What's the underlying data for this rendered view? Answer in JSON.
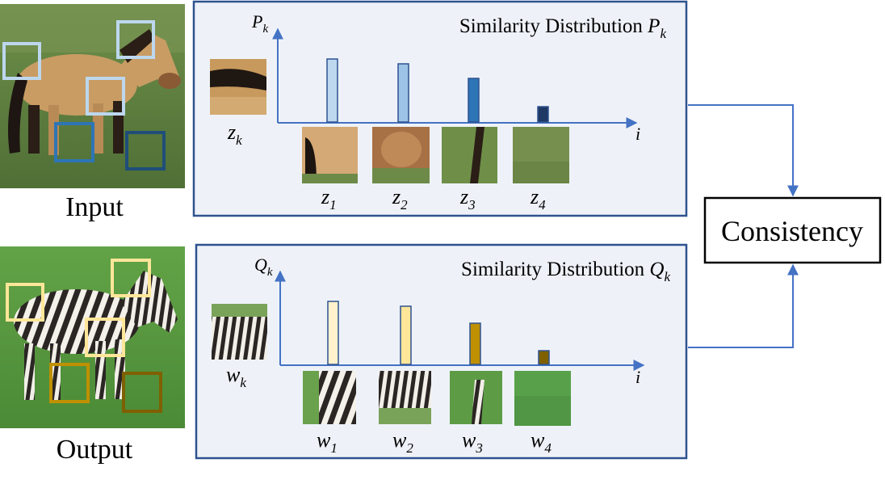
{
  "labels": {
    "input": "Input",
    "output": "Output",
    "consistency": "Consistency"
  },
  "colors": {
    "panel_fill": "#eef2f8",
    "panel_stroke": "#2f528f",
    "axis": "#4472c4",
    "horse_bars": [
      "#bdd7ee",
      "#9dc3e6",
      "#2e75b6",
      "#1f3864"
    ],
    "zebra_bars": [
      "#fff2cc",
      "#ffe699",
      "#bf9000",
      "#7f6000"
    ],
    "horse_boxes": [
      "#bdd7ee",
      "#bdd7ee",
      "#bdd7ee",
      "#2e75b6",
      "#1f4e79"
    ],
    "zebra_boxes": [
      "#ffe699",
      "#ffe699",
      "#ffe699",
      "#bf9000",
      "#7f6000"
    ]
  },
  "panels": [
    {
      "id": "top",
      "title_text": "Similarity Distribution ",
      "title_symbol": "P",
      "title_sub": "k",
      "axis_y_symbol": "P",
      "axis_y_sub": "k",
      "axis_x_symbol": "i",
      "query_symbol": "z",
      "query_sub": "k",
      "bar_values": [
        0.78,
        0.72,
        0.54,
        0.19
      ],
      "patch_symbols": [
        "z",
        "z",
        "z",
        "z"
      ],
      "patch_subs": [
        "1",
        "2",
        "3",
        "4"
      ]
    },
    {
      "id": "bottom",
      "title_text": "Similarity Distribution ",
      "title_symbol": "Q",
      "title_sub": "k",
      "axis_y_symbol": "Q",
      "axis_y_sub": "k",
      "axis_x_symbol": "i",
      "query_symbol": "w",
      "query_sub": "k",
      "bar_values": [
        0.78,
        0.72,
        0.51,
        0.17
      ],
      "patch_symbols": [
        "w",
        "w",
        "w",
        "w"
      ],
      "patch_subs": [
        "1",
        "2",
        "3",
        "4"
      ]
    }
  ]
}
